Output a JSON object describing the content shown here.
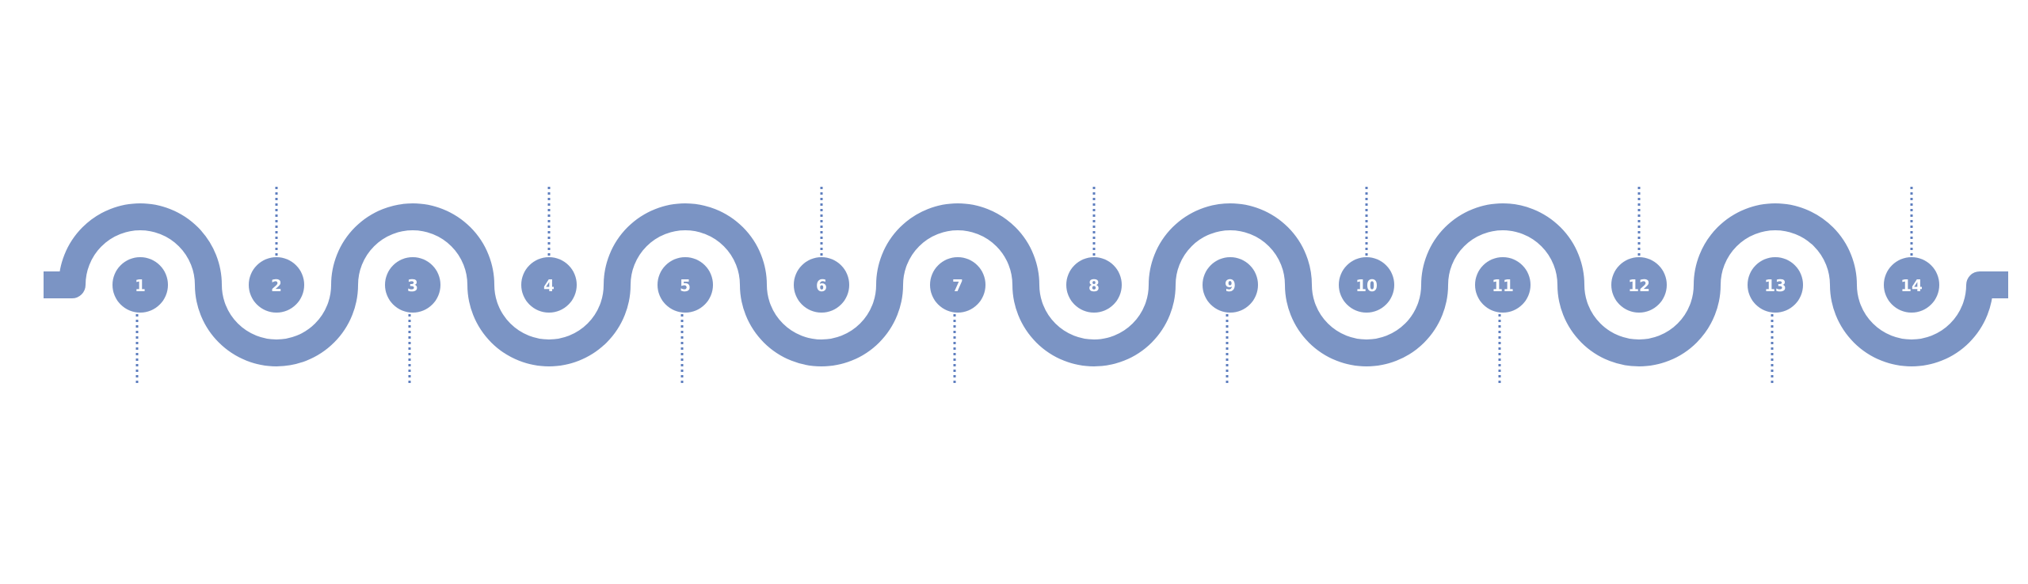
{
  "colors": {
    "accent": "#7b94c4",
    "connector": "#5f7fbf",
    "label": "#ffffff",
    "background": "#ffffff"
  },
  "steps": [
    {
      "label": "1"
    },
    {
      "label": "2"
    },
    {
      "label": "3"
    },
    {
      "label": "4"
    },
    {
      "label": "5"
    },
    {
      "label": "6"
    },
    {
      "label": "7"
    },
    {
      "label": "8"
    },
    {
      "label": "9"
    },
    {
      "label": "10"
    },
    {
      "label": "11"
    },
    {
      "label": "12"
    },
    {
      "label": "13"
    },
    {
      "label": "14"
    }
  ]
}
